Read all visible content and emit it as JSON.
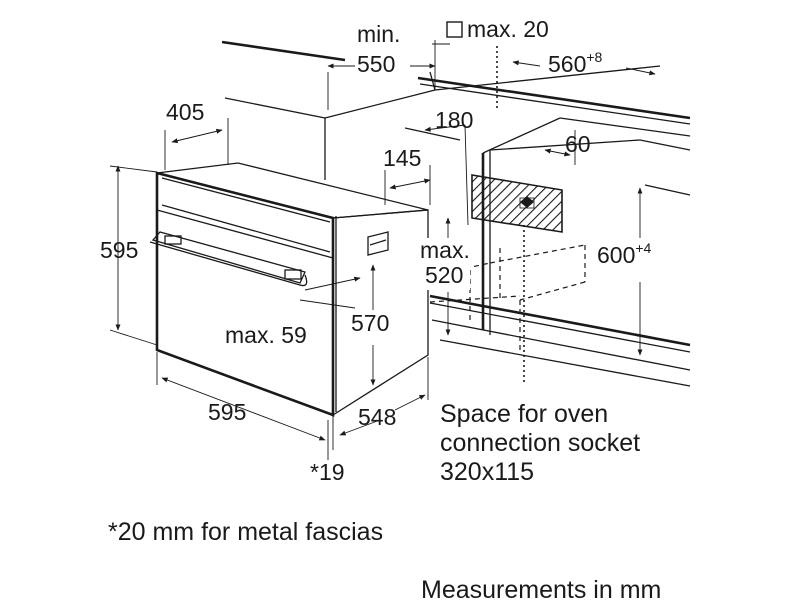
{
  "dimensions": {
    "min_label": "min.",
    "min_value": "550",
    "max20": "max. 20",
    "width_560": "560",
    "width_560_tol": "+8",
    "d405": "405",
    "d180": "180",
    "d145": "145",
    "d60": "60",
    "h595_left": "595",
    "max_label": "max.",
    "max520_value": "520",
    "h600": "600",
    "h600_tol": "+4",
    "h570": "570",
    "max59": "max. 59",
    "w595_bottom": "595",
    "d548": "548",
    "star19": "*19"
  },
  "socket_note": {
    "line1": "Space for oven",
    "line2": "connection socket",
    "line3": "320x115"
  },
  "footnote": "*20 mm for metal fascias",
  "units_note": "Measurements in mm",
  "colors": {
    "ink": "#1a1a1a",
    "background": "#ffffff"
  }
}
